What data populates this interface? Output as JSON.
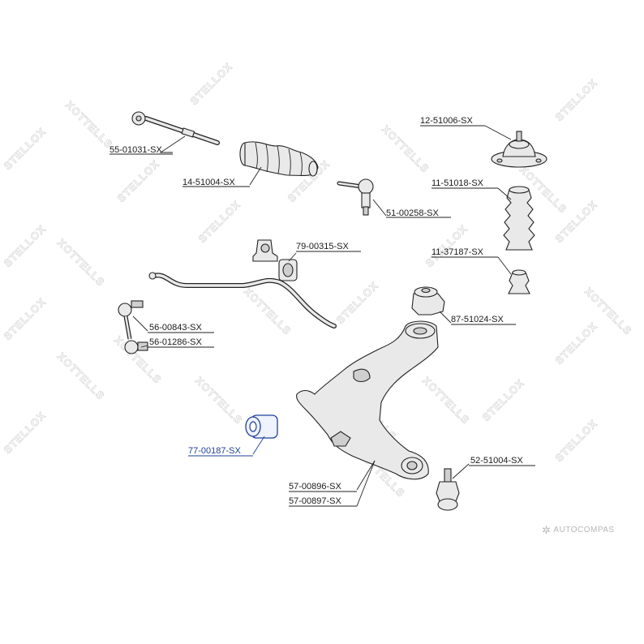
{
  "parts": [
    {
      "id": "tie-rod",
      "label": "55-01031-SX",
      "highlighted": false
    },
    {
      "id": "steering-boot",
      "label": "14-51004-SX",
      "highlighted": false
    },
    {
      "id": "tie-rod-end",
      "label": "51-00258-SX",
      "highlighted": false
    },
    {
      "id": "strut-mount",
      "label": "12-51006-SX",
      "highlighted": false
    },
    {
      "id": "strut-boot",
      "label": "11-51018-SX",
      "highlighted": false
    },
    {
      "id": "bump-stop",
      "label": "11-37187-SX",
      "highlighted": false
    },
    {
      "id": "stabilizer-bushing",
      "label": "79-00315-SX",
      "highlighted": false
    },
    {
      "id": "link-upper",
      "label": "56-00843-SX",
      "highlighted": false
    },
    {
      "id": "link-lower",
      "label": "56-01286-SX",
      "highlighted": false
    },
    {
      "id": "arm-rear-bushing",
      "label": "87-51024-SX",
      "highlighted": false
    },
    {
      "id": "arm-front-bushing",
      "label": "77-00187-SX",
      "highlighted": true
    },
    {
      "id": "ball-joint",
      "label": "52-51004-SX",
      "highlighted": false
    },
    {
      "id": "control-arm-right",
      "label": "57-00896-SX",
      "highlighted": false
    },
    {
      "id": "control-arm-left",
      "label": "57-00897-SX",
      "highlighted": false
    }
  ],
  "watermark": {
    "text_a": "STELLOX",
    "text_b": "XOTTELLS",
    "color": "#d9d9d9"
  },
  "brand": {
    "icon": "compass-icon",
    "name": "AUTOCOMPAS"
  },
  "colors": {
    "highlight": "#1f3f9a",
    "line": "#222222"
  }
}
